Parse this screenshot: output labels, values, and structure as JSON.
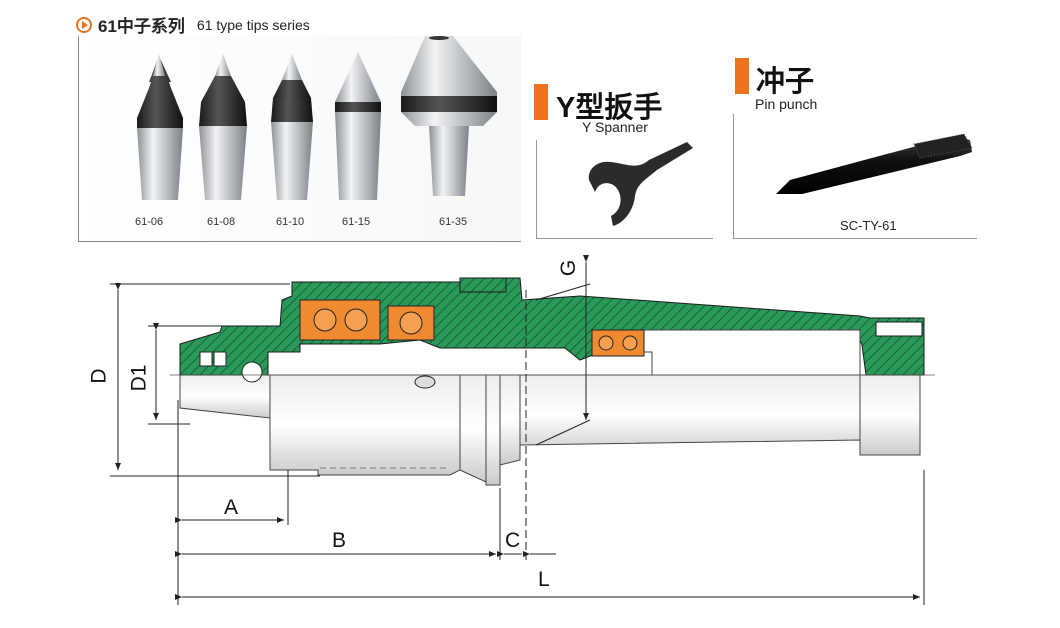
{
  "header": {
    "title_cn": "61中子系列",
    "title_en": "61 type tips series"
  },
  "tips": [
    {
      "label": "61-06"
    },
    {
      "label": "61-08"
    },
    {
      "label": "61-10"
    },
    {
      "label": "61-15"
    },
    {
      "label": "61-35"
    }
  ],
  "spanner": {
    "title_cn": "Y型扳手",
    "title_en": "Y Spanner"
  },
  "punch": {
    "title_cn": "冲子",
    "title_en": "Pin punch",
    "code": "SC-TY-61"
  },
  "dimensions": {
    "D": "D",
    "D1": "D1",
    "G": "G",
    "A": "A",
    "B": "B",
    "C": "C",
    "L": "L"
  },
  "colors": {
    "accent": "#ee7320",
    "hatch": "#2a9a5a",
    "bearing": "#f08a30"
  }
}
